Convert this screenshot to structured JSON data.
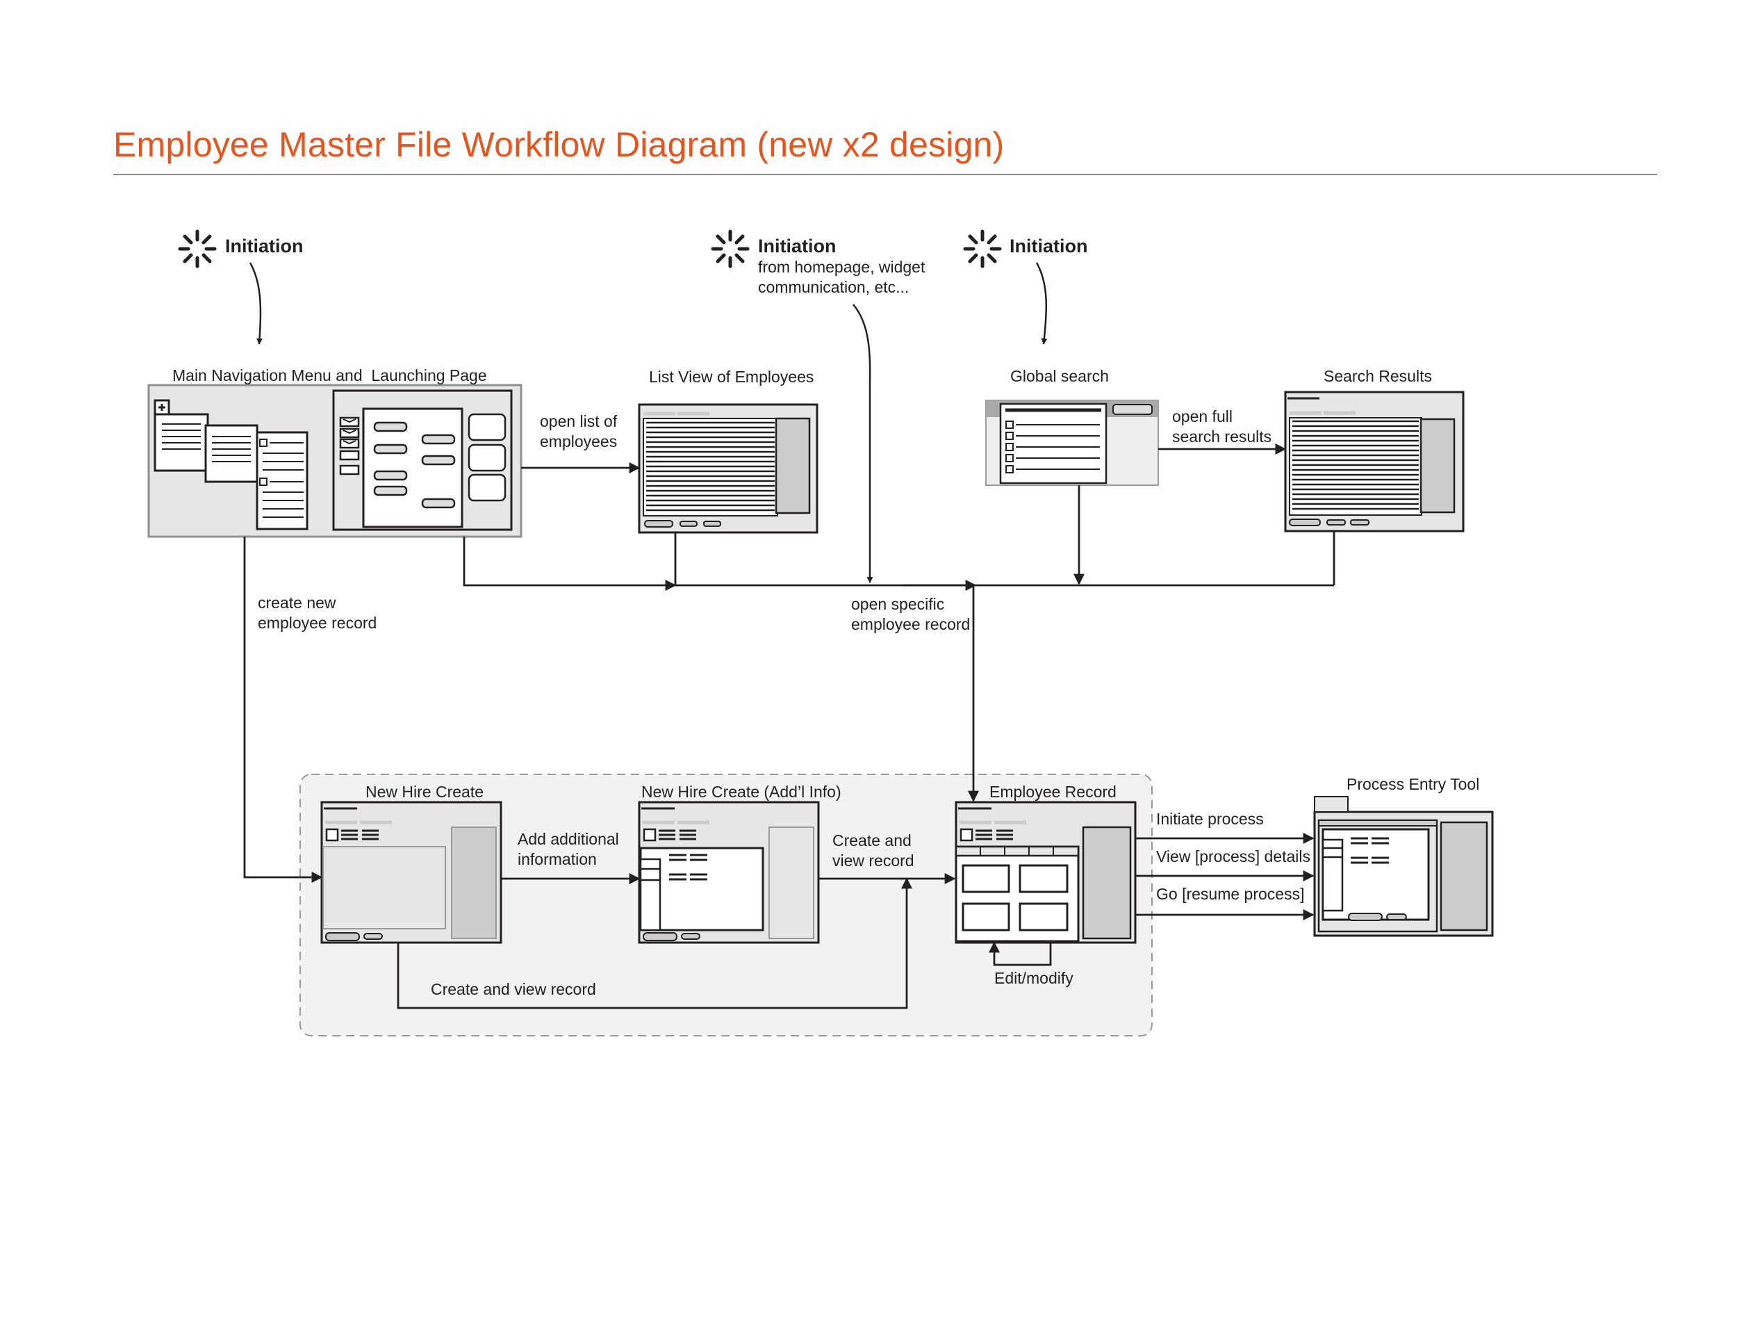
{
  "title": "Employee Master File Workflow Diagram (new x2 design)",
  "colors": {
    "title": "#e8541e",
    "line": "#231f20",
    "screen_fill": "#e6e6e6",
    "panel_fill": "#cccccc",
    "group_fill": "#f2f2f2",
    "rule": "#8a8a8a"
  },
  "initiations": [
    {
      "label": "Initiation",
      "detail": "",
      "icon": "spark-icon"
    },
    {
      "label": "Initiation",
      "detail": "from homepage, widget\ncommunication, etc...",
      "icon": "spark-icon"
    },
    {
      "label": "Initiation",
      "detail": "",
      "icon": "spark-icon"
    }
  ],
  "nodes": {
    "main_nav": "Main Navigation Menu and  Launching Page",
    "list_view": "List View of Employees",
    "global_search": "Global search",
    "search_results": "Search Results",
    "new_hire_create": "New Hire Create",
    "new_hire_addl": "New Hire Create (Add’l Info)",
    "employee_record": "Employee Record",
    "process_entry": "Process Entry Tool"
  },
  "edge_labels": {
    "open_list": "open list of\nemployees",
    "open_full_search": "open full\nsearch results",
    "create_new_record": "create new\nemployee record",
    "open_specific_record": "open specific\nemployee record",
    "add_additional_info": "Add additional\ninformation",
    "create_view_record_right": "Create and\nview record",
    "create_view_record_bottom": "Create and view record",
    "edit_modify": "Edit/modify",
    "initiate_process": "Initiate process",
    "view_process_details": "View [process] details",
    "go_resume_process": "Go [resume process]"
  }
}
